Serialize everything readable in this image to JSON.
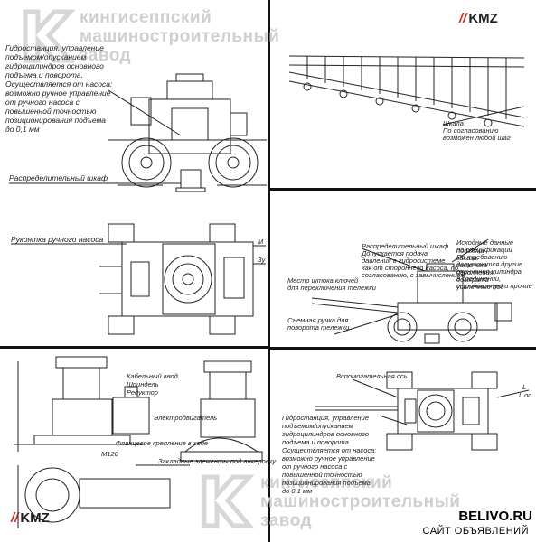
{
  "watermark": {
    "line1": "кингисеппский",
    "line2": "машиностроительный",
    "line3": "завод"
  },
  "logo": {
    "mark": "//",
    "text": "KMZ"
  },
  "panel_tl": {
    "note1": [
      "Гидростанция, управление",
      "подъемом/опусканием",
      "гидроцилиндров основного",
      "подъема и поворота.",
      "Осуществляется от насоса:",
      "возможно ручное управление",
      "от ручного насоса с",
      "повышенной точностью",
      "позиционирования подъема",
      "до 0,1 мм"
    ],
    "note2": "Распределительный шкаф",
    "note3": "Рукоятка ручного насоса",
    "side1": "М",
    "side2": "Зу"
  },
  "panel_tr": {
    "note": [
      "Шкала",
      "По согласованию",
      "возможен любой шаг"
    ]
  },
  "panel_mr": {
    "note1": [
      "Распределительный шкаф",
      "Допускается подача",
      "давления в гидросистеме",
      "как от стороннего насоса, по",
      "согласованию, с завычислением"
    ],
    "note2": [
      "Исходные данные подъема",
      "по спецификации заказа.",
      "По требованию заказчика",
      "допускаются другие исполнения",
      "окончания цилиндра домкрата",
      "в соединении, усиленные под",
      "стоимостную и прочие"
    ],
    "note3": [
      "Место штока ключей",
      "для переключения тележки"
    ],
    "note4": [
      "Съемная ручка для",
      "поворота тележки"
    ]
  },
  "panel_bl": {
    "labels": [
      "Кабельный ввод",
      "Шпиндель",
      "Редуктор",
      "Электродвигатель",
      "Фланцевое крепление в ходе",
      "М120",
      "Закладные элементы под анкеровку"
    ]
  },
  "panel_br": {
    "note1": "Вспомогательная ось",
    "note2": [
      "Гидростанция, управление",
      "подъемом/опусканием",
      "гидроцилиндров основного",
      "подъема и поворота.",
      "Осуществляется от насоса:",
      "возможно ручное управление",
      "от ручного насоса с",
      "повышенной точностью",
      "позиционирования подъема",
      "до 0,1 мм"
    ],
    "side": [
      "L",
      "L ос"
    ]
  },
  "footer": {
    "site": "BELIVO.RU",
    "tagline": "САЙТ ОБЪЯВЛЕНИЙ"
  }
}
